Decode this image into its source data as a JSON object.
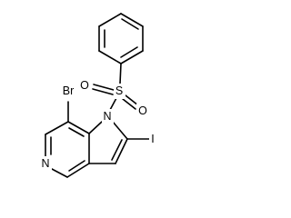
{
  "molecule": {
    "atoms": {
      "bromine": "Br",
      "nitrogen_pyrrole": "N",
      "nitrogen_pyridine": "N",
      "sulfur": "S",
      "oxygen_upper": "O",
      "oxygen_lower": "O",
      "iodine": "I"
    }
  }
}
